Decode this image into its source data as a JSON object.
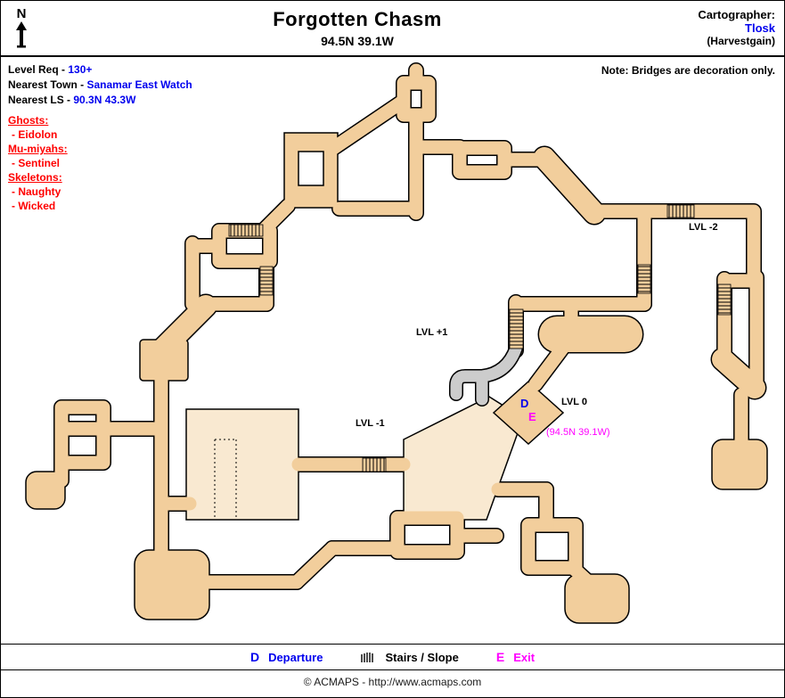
{
  "header": {
    "compass": "N",
    "title": "Forgotten Chasm",
    "coords": "94.5N 39.1W",
    "cartographer_label": "Cartographer:",
    "cartographer_name": "Tlosk",
    "cartographer_guild": "(Harvestgain)"
  },
  "info": {
    "level_req_label": "Level Req - ",
    "level_req_value": "130+",
    "town_label": "Nearest Town - ",
    "town_value": "Sanamar East Watch",
    "ls_label": "Nearest LS - ",
    "ls_value": "90.3N 43.3W",
    "note": "Note: Bridges are decoration only."
  },
  "creatures": [
    {
      "group": "Ghosts:",
      "members": [
        "- Eidolon"
      ]
    },
    {
      "group": "Mu-miyahs:",
      "members": [
        "- Sentinel"
      ]
    },
    {
      "group": "Skeletons:",
      "members": [
        "- Naughty",
        "- Wicked"
      ]
    }
  ],
  "map_labels": {
    "lvl_minus_2": "LVL -2",
    "lvl_plus_1": "LVL +1",
    "lvl_minus_1": "LVL -1",
    "lvl_zero": "LVL 0",
    "departure": "D",
    "exit": "E",
    "exit_coords": "(94.5N 39.1W)"
  },
  "legend": {
    "departure_symbol": "D",
    "departure_label": "Departure",
    "stairs_label": "Stairs / Slope",
    "exit_symbol": "E",
    "exit_label": "Exit"
  },
  "footer": {
    "copyright": "© ACMAPS - http://www.acmaps.com"
  },
  "colors": {
    "blue": "#0000ee",
    "red": "#ff0000",
    "magenta": "#ff00ff",
    "corridor_tan": "#f2ce9c",
    "room_light": "#f9e9d1",
    "slope_gray": "#cccccc"
  }
}
